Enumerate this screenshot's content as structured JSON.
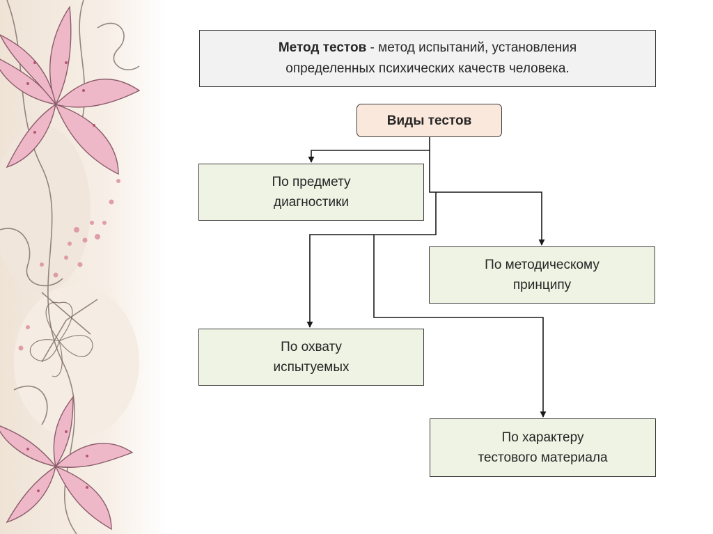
{
  "definition": {
    "term": "Метод тестов",
    "line1_rest": " - метод испытаний, установления",
    "line2": "определенных психических качеств человека."
  },
  "root_label": "Виды тестов",
  "categories": [
    {
      "line1": "По предмету",
      "line2": "диагностики"
    },
    {
      "line1": "По методическому",
      "line2": "принципу"
    },
    {
      "line1": "По охвату",
      "line2": "испытуемых"
    },
    {
      "line1": "По характеру",
      "line2": "тестового материала"
    }
  ],
  "colors": {
    "category_fill": "#eef3e3",
    "root_fill": "#fbe8dc",
    "definition_fill": "#f2f2f2",
    "border": "#3a3a3a",
    "flower_pink": "#e7a9bf"
  }
}
